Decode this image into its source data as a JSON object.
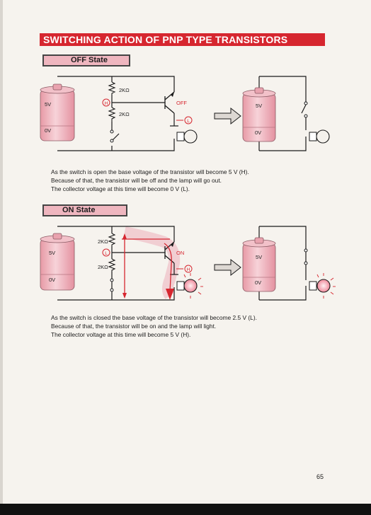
{
  "page": {
    "title": "SWITCHING ACTION OF PNP TYPE TRANSISTORS",
    "page_number": "65"
  },
  "off_state": {
    "label": "OFF State",
    "battery_top": "5V",
    "battery_bottom": "0V",
    "resistor_top": "2KΩ",
    "resistor_bottom": "2KΩ",
    "base_marker": "H",
    "collector_marker": "L",
    "transistor_status": "OFF",
    "result_battery_top": "5V",
    "result_battery_bottom": "0V",
    "description": [
      "As the switch is open the base voltage of the transistor will become 5 V (H).",
      "Because of that, the transistor will be off and the lamp will go out.",
      "The collector voltage at this time will become 0 V (L)."
    ]
  },
  "on_state": {
    "label": "ON State",
    "battery_top": "5V",
    "battery_bottom": "0V",
    "resistor_top": "2KΩ",
    "resistor_bottom": "2KΩ",
    "base_marker": "L",
    "collector_marker": "H",
    "transistor_status": "ON",
    "result_battery_top": "5V",
    "result_battery_bottom": "0V",
    "description": [
      "As the switch is closed the base voltage of the transistor will become 2.5 V (L).",
      "Because of that, the transistor will be on and the lamp will light.",
      "The collector voltage at this time will become 5 V (H)."
    ]
  },
  "colors": {
    "accent": "#d6262f",
    "battery_fill": "#efb6bf",
    "label_fill": "#efb6bf"
  }
}
